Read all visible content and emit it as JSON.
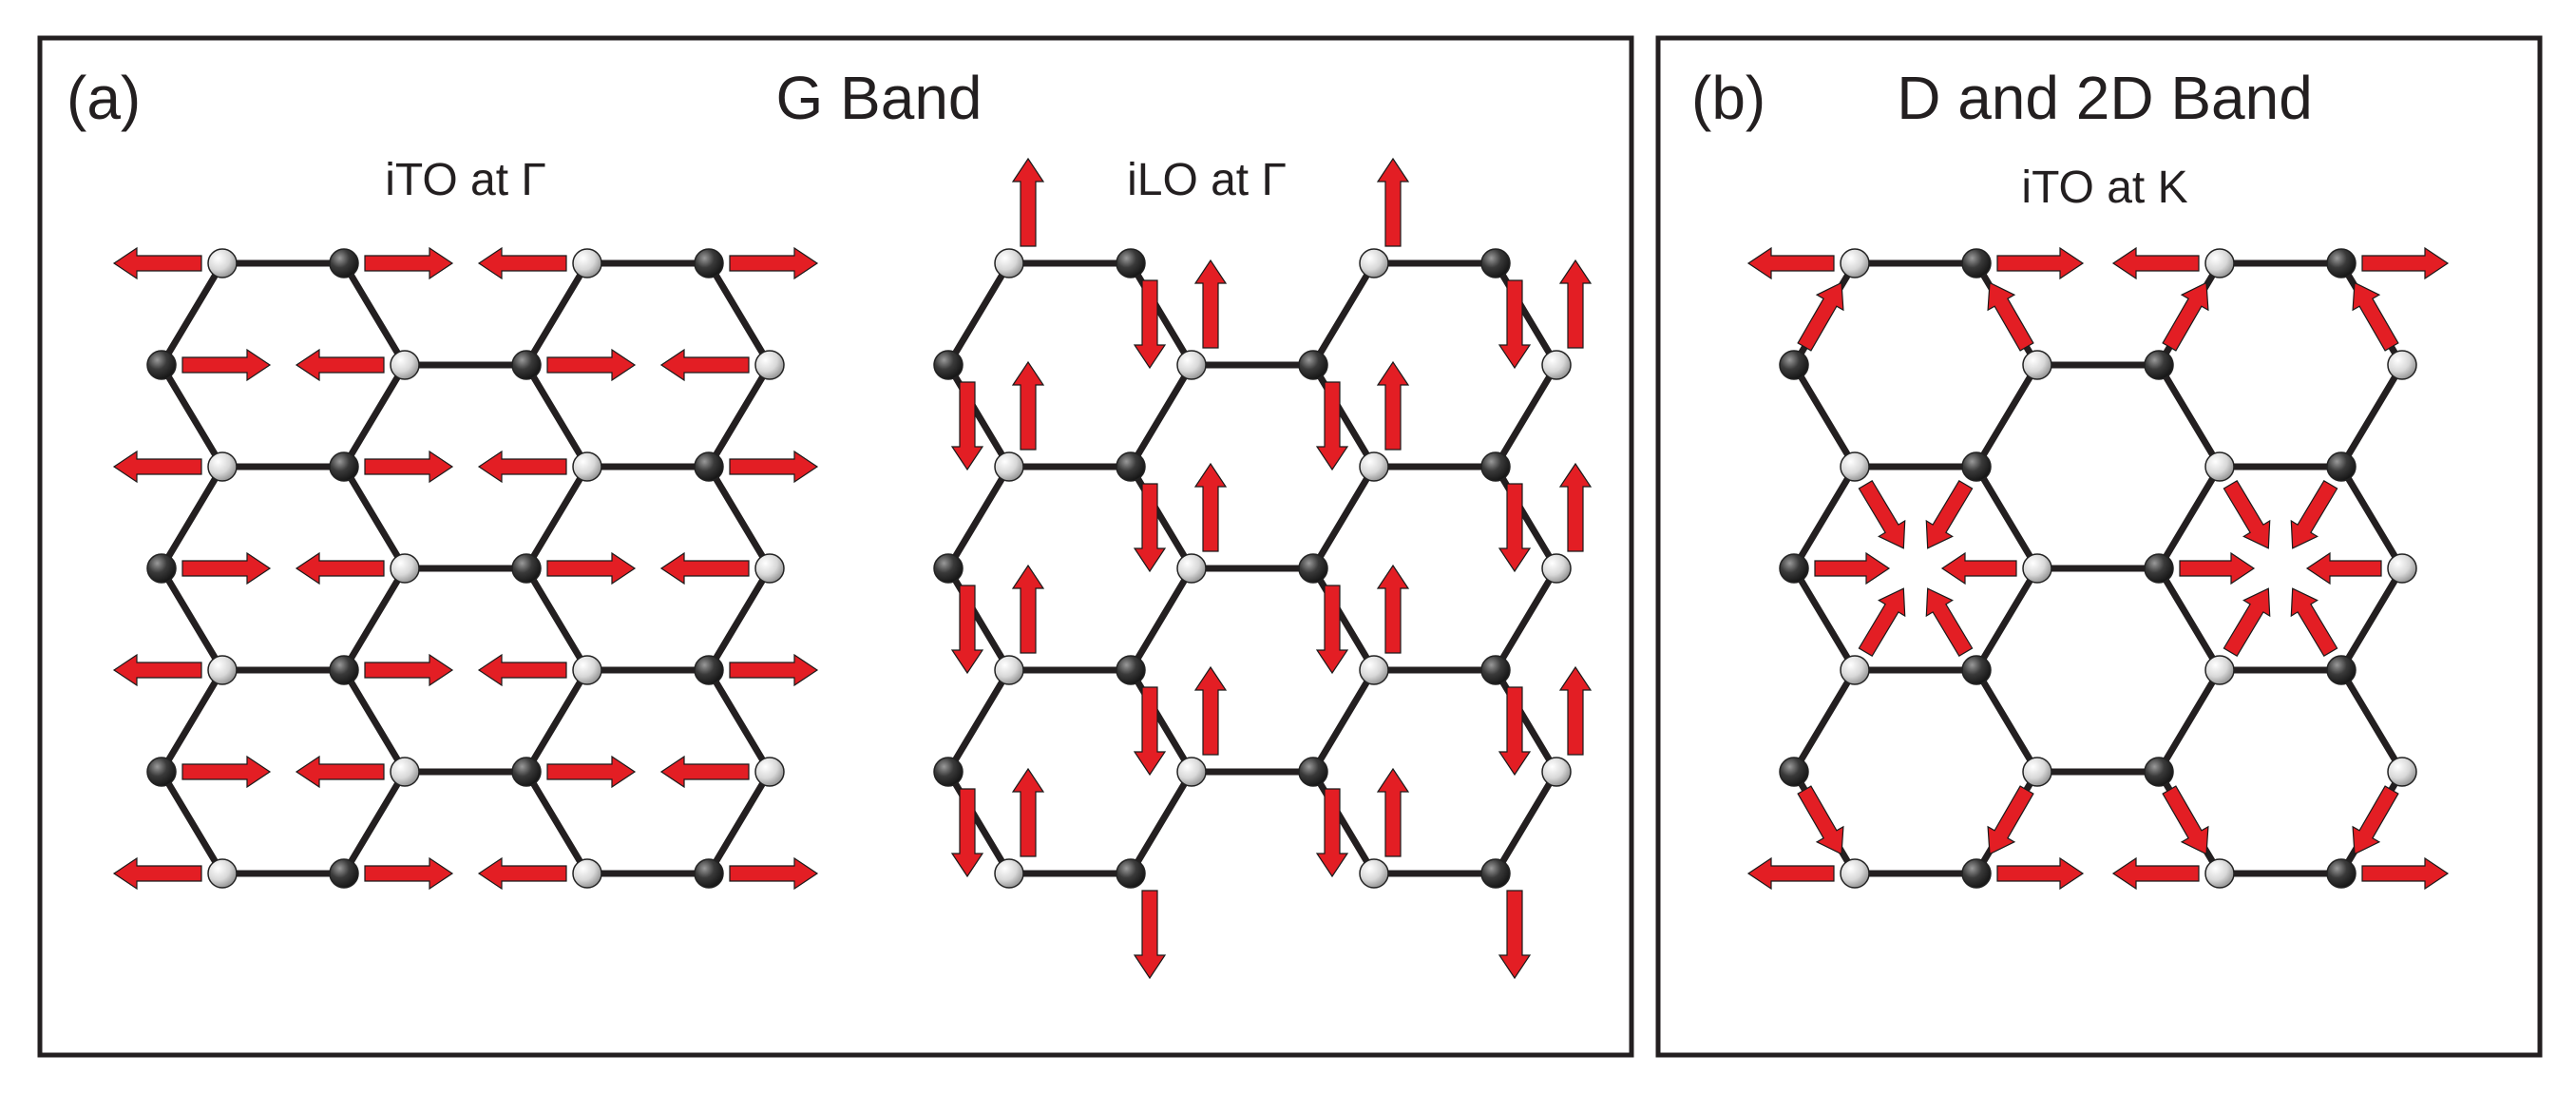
{
  "panels": [
    {
      "letter": "(a)",
      "title": "G Band",
      "subplots": [
        {
          "title": "iTO at Γ"
        },
        {
          "title": "iLO at Γ"
        }
      ]
    },
    {
      "letter": "(b)",
      "title": "D and 2D Band",
      "subplots": [
        {
          "title": "iTO at K"
        }
      ]
    }
  ],
  "colors": {
    "arrow": "#e31e24",
    "bond": "#231f20",
    "atom_light": "#dcdcdc",
    "atom_dark": "#3a3a3a",
    "frame": "#231f20"
  }
}
